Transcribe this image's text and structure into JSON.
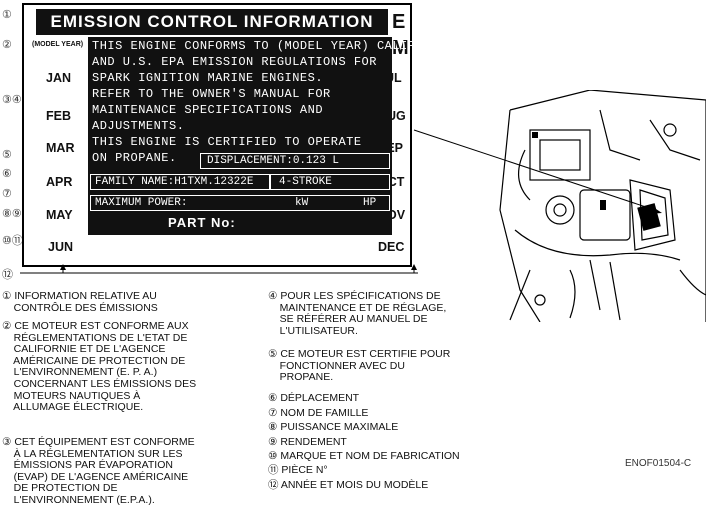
{
  "label": {
    "title": "EMISSION CONTROL INFORMATION",
    "em": "E M",
    "model_year": "(MODEL YEAR)",
    "months_left": [
      "JAN",
      "FEB",
      "MAR",
      "APR",
      "MAY",
      "JUN"
    ],
    "months_right": [
      "JUL",
      "AUG",
      "SEP",
      "OCT",
      "NOV",
      "DEC"
    ],
    "lines": [
      "THIS ENGINE CONFORMS TO (MODEL YEAR) CALIFORNIA",
      "AND U.S. EPA EMISSION REGULATIONS FOR",
      "SPARK IGNITION MARINE ENGINES.",
      "REFER TO THE OWNER'S MANUAL FOR",
      "MAINTENANCE SPECIFICATIONS AND",
      "ADJUSTMENTS.",
      "THIS ENGINE IS CERTIFIED TO OPERATE",
      "ON PROPANE."
    ],
    "displacement": "DISPLACEMENT:0.123 L",
    "family_name": "FAMILY NAME:H1TXM.12322E",
    "stroke": "4-STROKE",
    "max_power": "MAXIMUM POWER:",
    "kw": "kW",
    "hp": "HP",
    "part_no": "PART No:"
  },
  "callouts": [
    "①",
    "②",
    "③④",
    "⑤",
    "⑥",
    "⑦",
    "⑧⑨",
    "⑩⑪",
    "⑫"
  ],
  "legend_left": [
    "① INFORMATION RELATIVE AU\n    CONTRÔLE DES ÉMISSIONS",
    "② CE MOTEUR EST CONFORME AUX\n    RÉGLEMENTATIONS DE L'ETAT DE\n    CALIFORNIE ET DE L'AGENCE\n    AMÉRICAINE DE PROTECTION DE\n    L'ENVIRONNEMENT (E. P. A.)\n    CONCERNANT LES ÉMISSIONS DES\n    MOTEURS NAUTIQUES À\n    ALLUMAGE ÉLECTRIQUE.",
    "③ CET ÉQUIPEMENT EST CONFORME\n    À LA RÉGLEMENTATION SUR LES\n    ÉMISSIONS PAR ÉVAPORATION\n    (EVAP) DE L'AGENCE AMÉRICAINE\n    DE PROTECTION DE\n    L'ENVIRONNEMENT (E.P.A.)."
  ],
  "legend_right": [
    "④ POUR LES SPÉCIFICATIONS DE\n    MAINTENANCE ET DE RÉGLAGE,\n    SE RÉFÉRER AU MANUEL DE\n    L'UTILISATEUR.",
    "⑤ CE MOTEUR EST CERTIFIE POUR\n    FONCTIONNER AVEC DU\n    PROPANE.",
    "⑥ DÉPLACEMENT",
    "⑦ NOM DE FAMILLE",
    "⑧ PUISSANCE MAXIMALE",
    "⑨ RENDEMENT",
    "⑩ MARQUE ET NOM DE FABRICATION",
    "⑪ PIÈCE N°",
    "⑫ ANNÉE ET MOIS DU MODÈLE"
  ],
  "figure_code": "ENOF01504-C",
  "engine_illustration": "outboard-engine-drawing"
}
